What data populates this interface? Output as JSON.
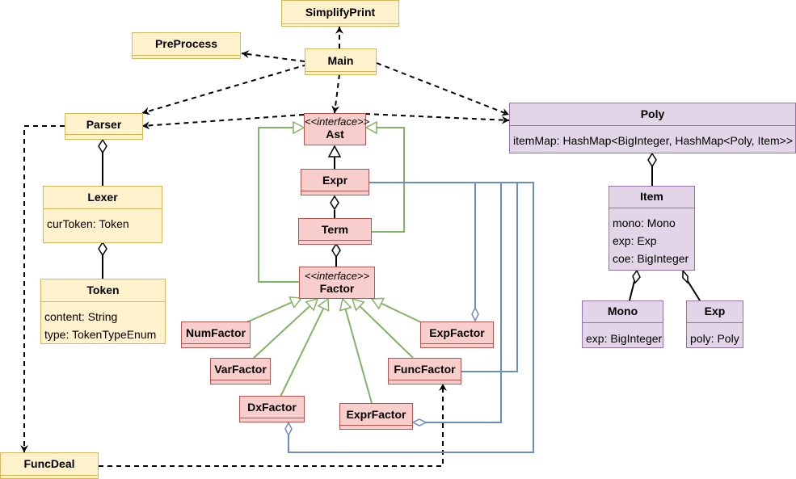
{
  "classes": {
    "simplifyprint": {
      "name": "SimplifyPrint"
    },
    "preprocess": {
      "name": "PreProcess"
    },
    "main": {
      "name": "Main"
    },
    "parser": {
      "name": "Parser"
    },
    "lexer": {
      "name": "Lexer",
      "fields": [
        "curToken: Token"
      ]
    },
    "token": {
      "name": "Token",
      "fields": [
        "content: String",
        "type: TokenTypeEnum"
      ]
    },
    "funcdeal": {
      "name": "FuncDeal"
    },
    "ast": {
      "stereotype": "<<interface>>",
      "name": "Ast"
    },
    "expr": {
      "name": "Expr"
    },
    "term": {
      "name": "Term"
    },
    "factor": {
      "stereotype": "<<interface>>",
      "name": "Factor"
    },
    "numfactor": {
      "name": "NumFactor"
    },
    "varfactor": {
      "name": "VarFactor"
    },
    "dxfactor": {
      "name": "DxFactor"
    },
    "expfactor": {
      "name": "ExpFactor"
    },
    "funcfactor": {
      "name": "FuncFactor"
    },
    "exprfactor": {
      "name": "ExprFactor"
    },
    "poly": {
      "name": "Poly",
      "fields": [
        "itemMap: HashMap<BigInteger, HashMap<Poly, Item>>"
      ]
    },
    "item": {
      "name": "Item",
      "fields": [
        "mono: Mono",
        "exp: Exp",
        "coe: BigInteger"
      ]
    },
    "mono": {
      "name": "Mono",
      "fields": [
        "exp: BigInteger"
      ]
    },
    "exp": {
      "name": "Exp",
      "fields": [
        "poly: Poly"
      ]
    }
  },
  "colors": {
    "class_yellow_fill": "#fff2cc",
    "class_yellow_border": "#d6b656",
    "class_red_fill": "#f8cecc",
    "class_red_border": "#b85450",
    "class_purple_fill": "#e1d5e7",
    "class_purple_border": "#9673a6",
    "inheritance_line": "#82b366",
    "factor_aggregation_line": "#6c8ebf",
    "dependency_line": "#000000"
  }
}
